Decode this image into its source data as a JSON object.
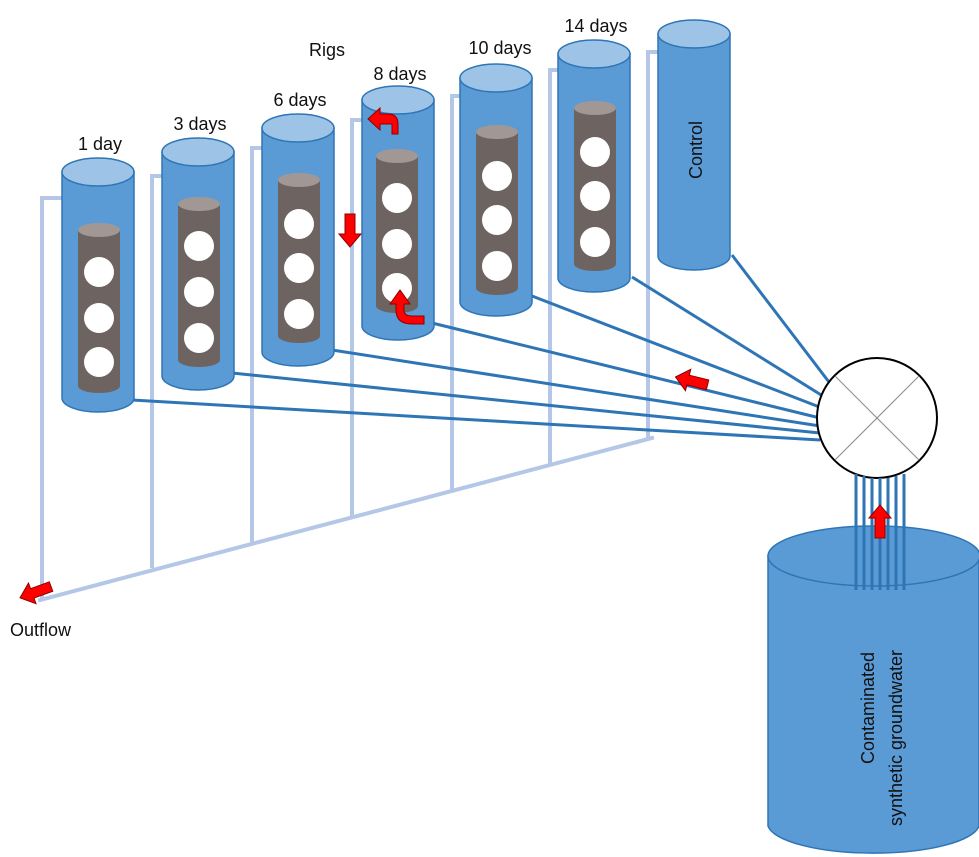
{
  "diagram": {
    "header_label": "Rigs",
    "rig_labels": [
      "1 day",
      "3 days",
      "6 days",
      "8 days",
      "10 days",
      "14 days"
    ],
    "control_label": "Control",
    "outflow_label": "Outflow",
    "reservoir_label_line1": "Contaminated",
    "reservoir_label_line2": "synthetic groundwater",
    "colors": {
      "column_body": "#5b9bd5",
      "column_top": "#9dc3e6",
      "column_outline": "#2e75b6",
      "insert": "#6d6461",
      "insert_top": "#a19895",
      "feed_line": "#2e75b6",
      "outflow_line": "#b4c7e7",
      "arrow": "#ff0000",
      "arrow_outline": "#8b0000"
    },
    "icons": [
      "flow-arrow-icon",
      "valve-icon"
    ]
  }
}
